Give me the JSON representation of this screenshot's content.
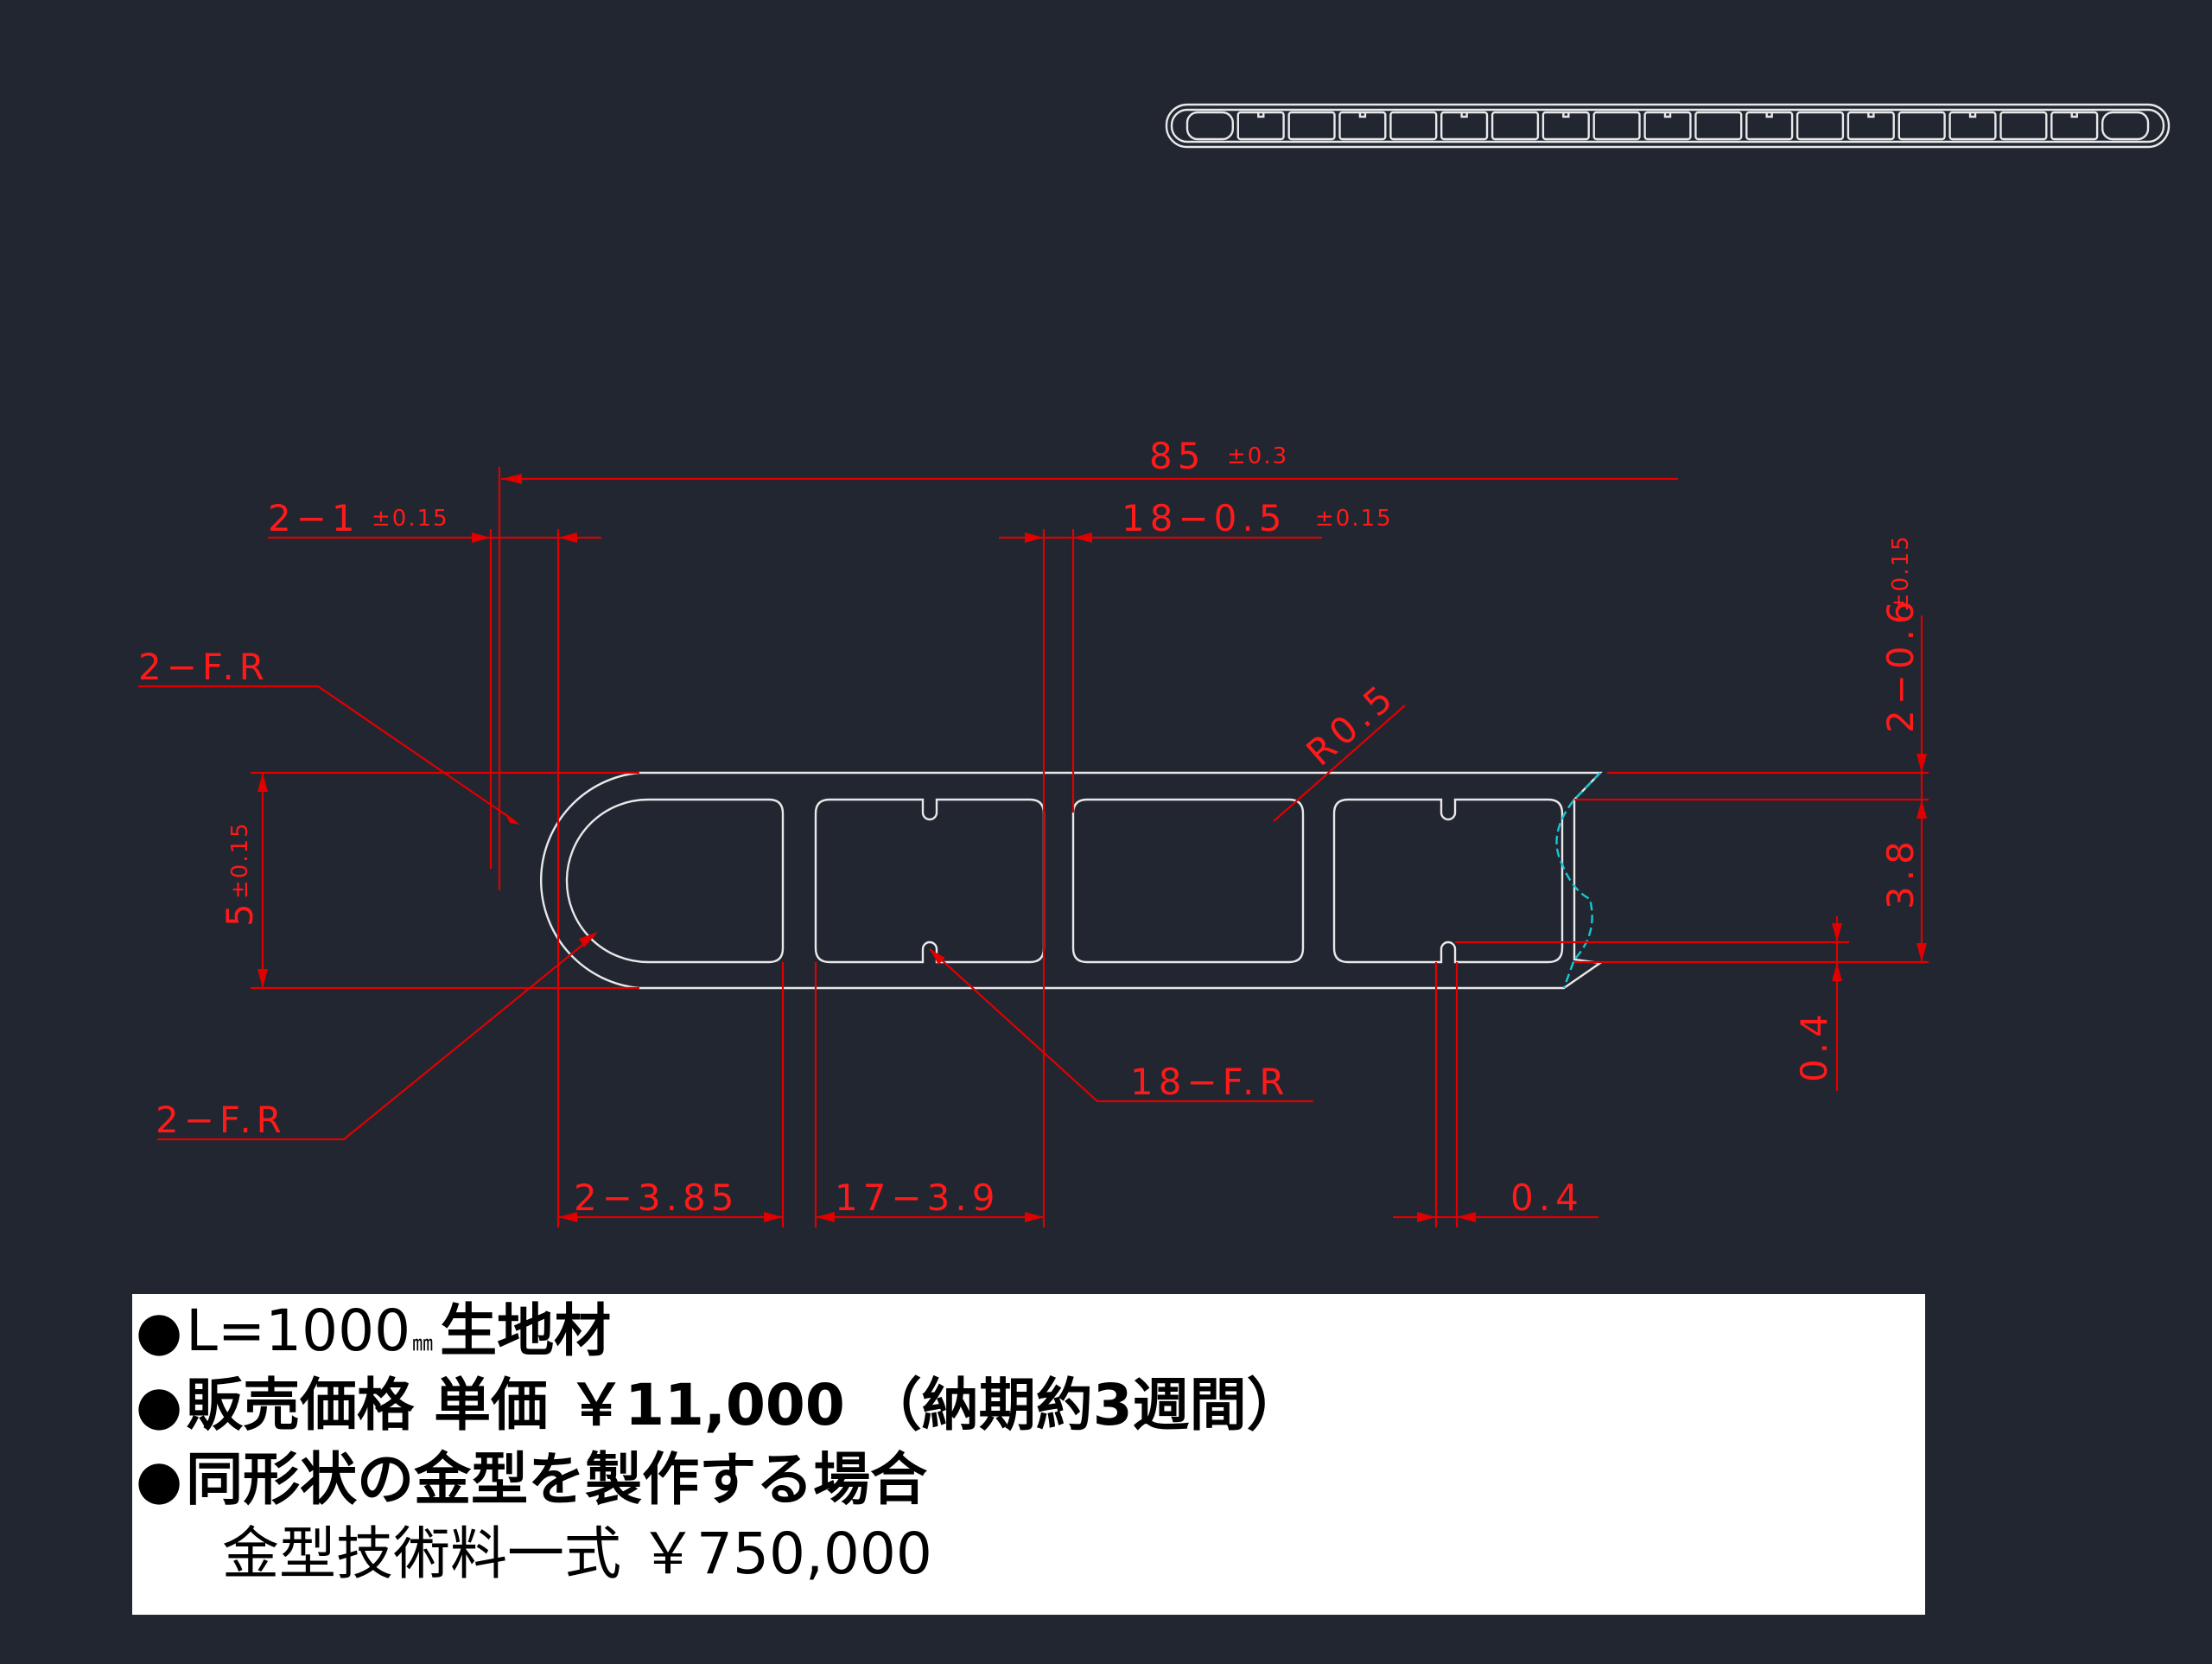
{
  "drawing": {
    "dimensions": {
      "overall_width": "85",
      "overall_width_tol": "±0.3",
      "wall_thickness": "2−1",
      "wall_thickness_tol": "±0.15",
      "rib_thickness": "18−0.5",
      "rib_thickness_tol": "±0.15",
      "height": "5",
      "height_tol": "±0.15",
      "edge_groove": "2−0.6",
      "edge_groove_tol": "±0.15",
      "inner_height": "3.8",
      "small_gap": "0.4",
      "end_cell_width": "2−3.85",
      "cell_width": "17−3.9",
      "notch_width": "0.4",
      "fillet_end_top": "2−F.R",
      "fillet_end_bottom": "2−F.R",
      "fillet_ribs": "18−F.R",
      "corner_radius": "R0.5"
    }
  },
  "notes": {
    "bullet": "●",
    "line1_main": "L=1000",
    "line1_unit": "㎜",
    "line1_tail": "生地材",
    "line2": "販売価格 単価  ￥11,000  （納期約3週間）",
    "line3": "同形状の金型を製作する場合",
    "line4": "金型技術料一式 ￥750,000"
  },
  "colors": {
    "background": "#212631",
    "dimension": "#e00000",
    "outline": "#e8e8e8",
    "hidden_profile": "#14c8d4",
    "note_panel": "#ffffff"
  }
}
